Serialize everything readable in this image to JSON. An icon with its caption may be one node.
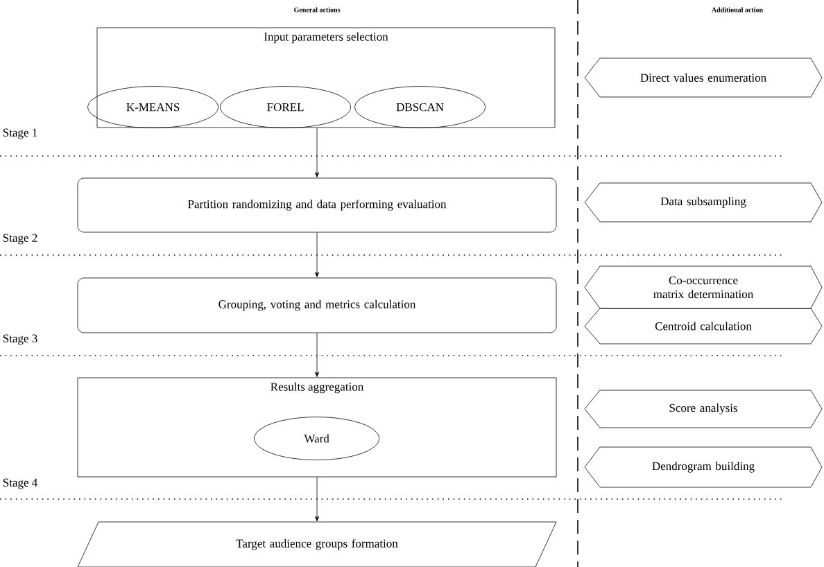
{
  "diagram": {
    "nodes": [
      {
        "text": [
          "Input parameters selection"
        ]
      },
      {
        "text": [
          "K-MEANS"
        ],
        "in": 0
      },
      {
        "text": [
          "FOREL"
        ],
        "in": 0
      },
      {
        "text": [
          "DBSCAN"
        ],
        "in": 0
      },
      {
        "text": [
          "Partition randomizing and data performing evaluation"
        ]
      },
      {
        "text": [
          "Grouping, voting and metrics calculation"
        ]
      },
      {
        "text": [
          "Results aggregation"
        ]
      },
      {
        "text": [
          "Ward"
        ],
        "in": 6
      },
      {
        "text": [
          "Target audience groups formation"
        ]
      },
      {
        "text": [
          "Direct values enumeration"
        ]
      },
      {
        "text": [
          "Data subsampling"
        ]
      },
      {
        "text": [
          "Co-occurrence matrix determination"
        ]
      },
      {
        "text": [
          "Centroid calculation"
        ]
      },
      {
        "text": [
          "Score analysis"
        ]
      },
      {
        "text": [
          "Dendrogram building"
        ]
      }
    ],
    "edges": [
      {
        "from": 0,
        "to": 4,
        "arrow": "to"
      },
      {
        "from": 4,
        "to": 5,
        "arrow": "to"
      },
      {
        "from": 5,
        "to": 6,
        "arrow": "to"
      },
      {
        "from": 6,
        "to": 8,
        "arrow": "to"
      }
    ],
    "labels": [
      "General actions",
      "Additional action",
      "Stage 1",
      "Stage 2",
      "Stage 3",
      "Stage 4"
    ]
  }
}
